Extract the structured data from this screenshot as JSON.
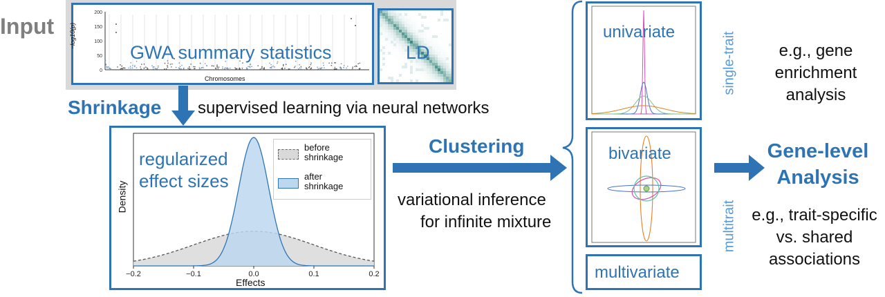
{
  "input_label": "Input",
  "gwa": {
    "label": "GWA summary statistics",
    "ylabel": "−log10(p)",
    "xlabel": "Chromosomes",
    "yticks": [
      "200",
      "150",
      "100",
      "50",
      "0"
    ]
  },
  "ld_label": "LD",
  "shrinkage": {
    "label": "Shrinkage",
    "description": "supervised learning via neural networks"
  },
  "effect_box": {
    "title_line1": "regularized",
    "title_line2": "effect sizes",
    "legend": [
      {
        "line1": "before",
        "line2": "shrinkage"
      },
      {
        "line1": "after",
        "line2": "shrinkage"
      }
    ],
    "colors": {
      "before": "#d9d9d9",
      "after": "#bdd7ee",
      "after_line": "#2e74b5"
    }
  },
  "clustering": {
    "label": "Clustering",
    "description_line1": "variational inference",
    "description_line2": "for infinite mixture"
  },
  "models": {
    "univariate": "univariate",
    "bivariate": "bivariate",
    "multivariate": "multivariate",
    "single_trait": "single-trait",
    "multitrait": "multitrait"
  },
  "enrichment": {
    "line1": "e.g., gene",
    "line2": "enrichment",
    "line3": "analysis"
  },
  "gene_level": {
    "line1": "Gene-level",
    "line2": "Analysis"
  },
  "associations": {
    "line1": "e.g., trait-specific",
    "line2": "vs. shared",
    "line3": "associations"
  },
  "chart_data": {
    "type": "area",
    "title": "",
    "xlabel": "Effects",
    "ylabel": "Density",
    "xlim": [
      -0.2,
      0.2
    ],
    "xticks": [
      "−0.2",
      "−0.1",
      "0.0",
      "0.1",
      "0.2"
    ],
    "series": [
      {
        "name": "before shrinkage",
        "distribution": "normal",
        "mean": 0.0,
        "sd": 0.1,
        "relative_peak": 0.27
      },
      {
        "name": "after shrinkage",
        "distribution": "normal",
        "mean": 0.0,
        "sd": 0.025,
        "relative_peak": 1.0
      }
    ]
  }
}
